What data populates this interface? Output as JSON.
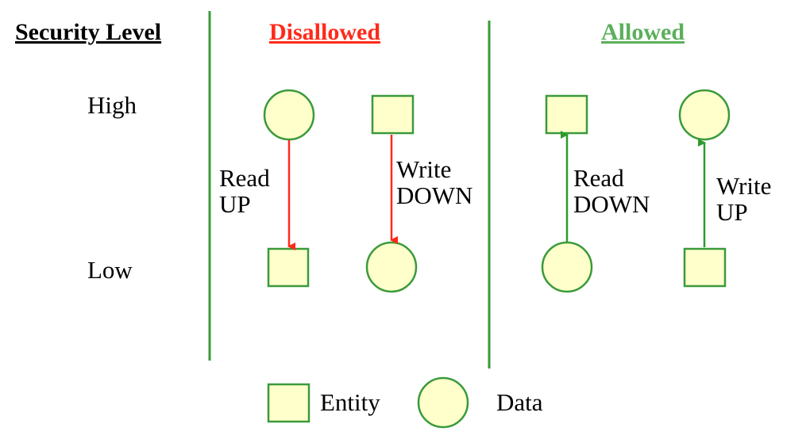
{
  "header": {
    "security_level": "Security Level",
    "disallowed": "Disallowed",
    "allowed": "Allowed"
  },
  "levels": {
    "high": "High",
    "low": "Low"
  },
  "arrows": {
    "read_up": [
      "Read",
      "UP"
    ],
    "write_down": [
      "Write",
      "DOWN"
    ],
    "read_down": [
      "Read",
      "DOWN"
    ],
    "write_up": [
      "Write",
      "UP"
    ]
  },
  "legend": {
    "entity": "Entity",
    "data": "Data"
  },
  "colors": {
    "fill": "#FFFFCC",
    "stroke": "#3A9A3A",
    "divider": "#3A9A3A",
    "disallowed": "#FF2A1A",
    "allowed": "#5CAF5C",
    "arrow_bad": "#FF2A1A",
    "arrow_good": "#2E9A2E"
  }
}
